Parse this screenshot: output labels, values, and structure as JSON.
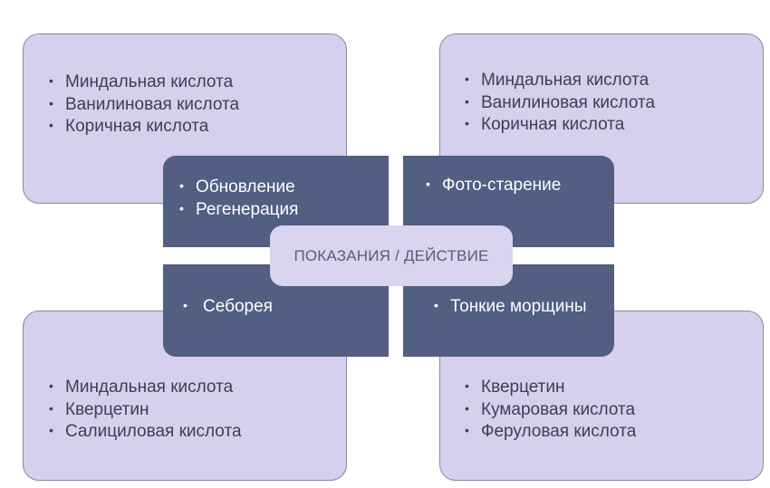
{
  "center_label": "ПОКАЗАНИЯ / ДЕЙСТВИЕ",
  "quadrants": [
    {
      "action": [
        "Обновление",
        "Регенерация"
      ],
      "acids": [
        "Миндальная кислота",
        "Ванилиновая кислота",
        "Коричная кислота"
      ]
    },
    {
      "action": [
        "Фото-старение"
      ],
      "acids": [
        "Миндальная кислота",
        "Ванилиновая кислота",
        "Коричная кислота"
      ]
    },
    {
      "action": [
        "Себорея"
      ],
      "acids": [
        "Миндальная кислота",
        "Кверцетин",
        "Салициловая кислота"
      ]
    },
    {
      "action": [
        "Тонкие морщины"
      ],
      "acids": [
        "Кверцетин",
        "Кумаровая кислота",
        "Феруловая кислота"
      ]
    }
  ],
  "colors": {
    "outer_fill": "#d6d0ee",
    "inner_fill": "#525e82",
    "center_fill": "#d9d4f0",
    "center_text": "#525e82"
  }
}
